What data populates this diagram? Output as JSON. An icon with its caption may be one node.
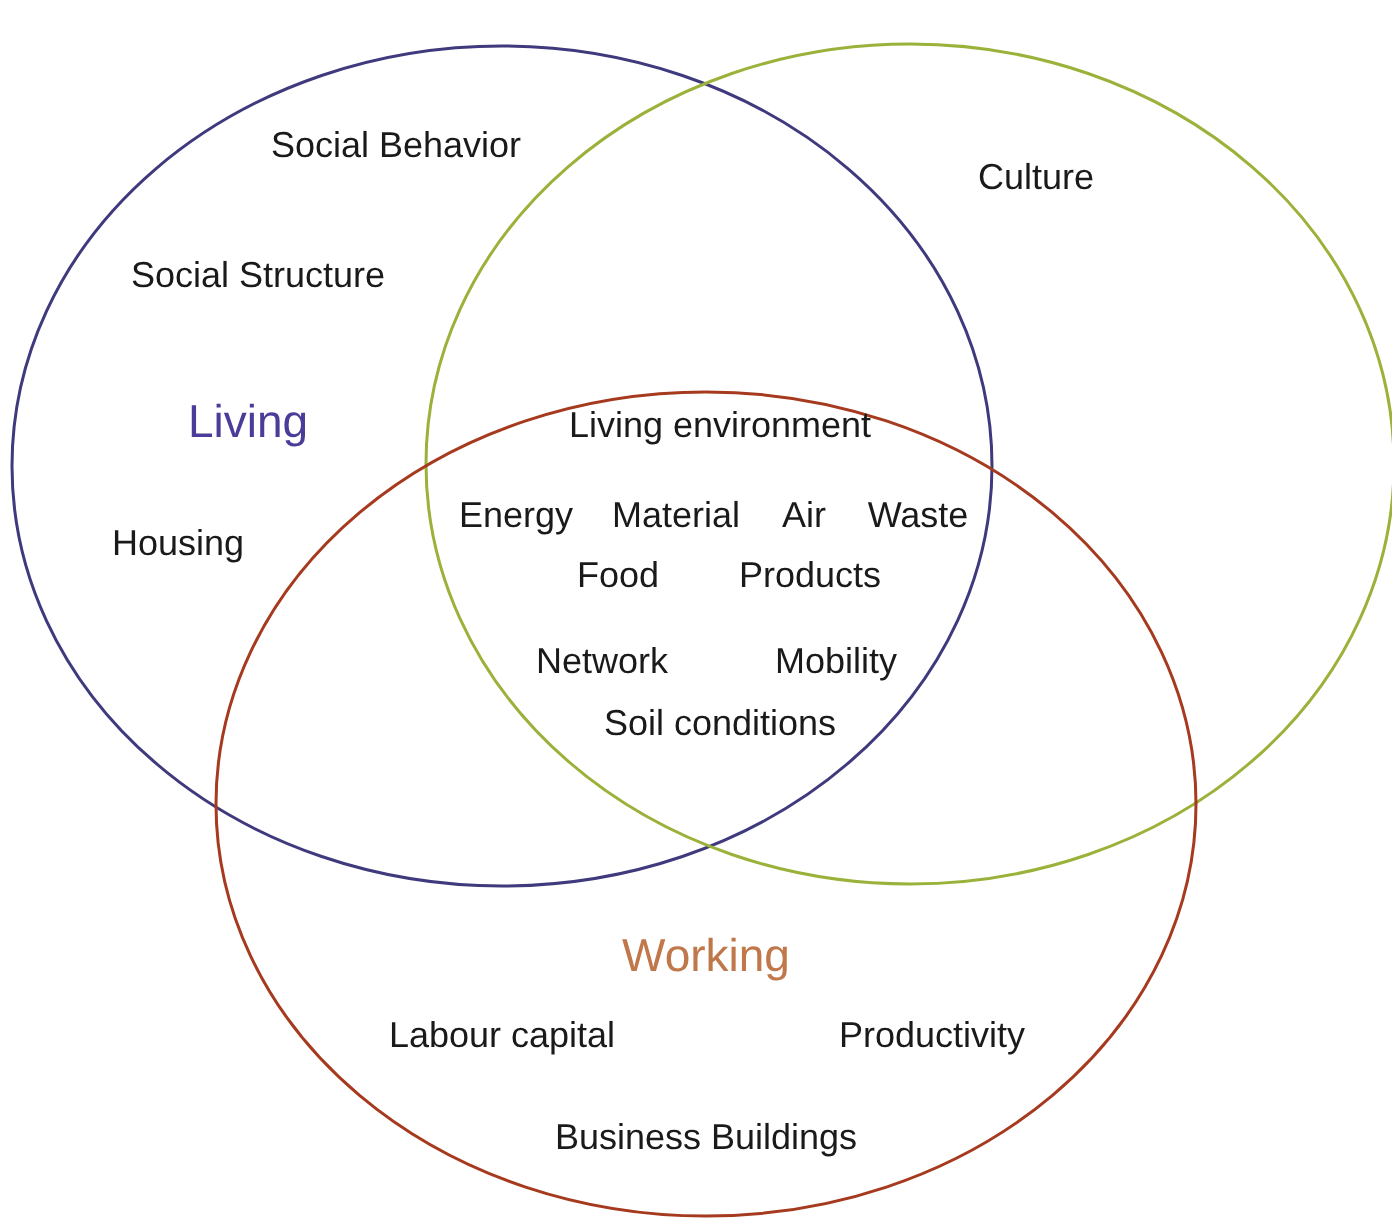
{
  "diagram": {
    "nodes": [
      {
        "text": [
          "Living"
        ]
      },
      {
        "text": [],
        "shape": "circle"
      },
      {
        "text": [
          "Working"
        ]
      }
    ],
    "edges": [],
    "labels": [
      "Social Behavior",
      "Culture",
      "Social Structure",
      "Living environment",
      "Housing",
      "Energy",
      "Material",
      "Air",
      "Waste",
      "Food",
      "Products",
      "Network",
      "Mobility",
      "Soil conditions",
      "Labour capital",
      "Productivity",
      "Business Buildings"
    ]
  }
}
